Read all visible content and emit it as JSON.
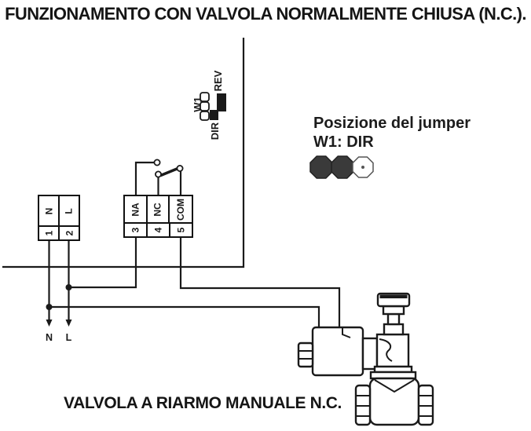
{
  "title": "FUNZIONAMENTO CON VALVOLA NORMALMENTE CHIUSA (N.C.).",
  "jumper_schematic": {
    "label": "W1",
    "dir_label": "DIR",
    "rev_label": "REV"
  },
  "jumper_note": {
    "line1": "Posizione del jumper",
    "line2": "W1: DIR"
  },
  "terminal_block_left": {
    "top_labels": [
      "N",
      "L"
    ],
    "bottom_labels": [
      "1",
      "2"
    ]
  },
  "terminal_block_right": {
    "top_labels": [
      "NA",
      "NC",
      "COM"
    ],
    "bottom_labels": [
      "3",
      "4",
      "5"
    ]
  },
  "supply_labels": {
    "neutral": "N",
    "line": "L"
  },
  "valve_caption": "VALVOLA A RIARMO MANUALE N.C.",
  "colors": {
    "line": "#1a1a1a",
    "jumper_cap_fill": "#3a3a3a",
    "jumper_pin_fill": "#ffffff",
    "background": "#ffffff"
  }
}
